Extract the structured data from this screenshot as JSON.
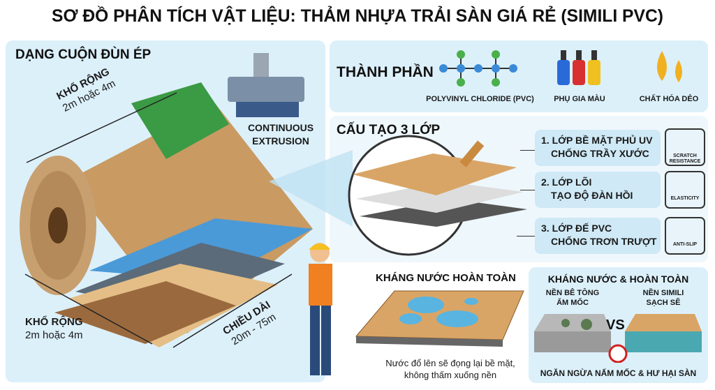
{
  "title": "SƠ ĐỒ PHÂN TÍCH VẬT LIỆU: THẢM NHỰA TRẢI SÀN GIÁ RẺ (SIMILI PVC)",
  "roll": {
    "heading": "DẠNG CUỘN ĐÙN ÉP",
    "width_top_label": "KHỔ RỘNG",
    "width_top_value": "2m hoặc 4m",
    "process": "CONTINUOUS EXTRUSION",
    "width_bottom_label": "KHỔ RỘNG",
    "width_bottom_value": "2m hoặc 4m",
    "length_label": "CHIỀU DÀI",
    "length_value": "20m - 75m"
  },
  "composition": {
    "heading": "THÀNH PHẦN",
    "items": [
      {
        "label": "POLYVINYL CHLORIDE (PVC)",
        "icon": "molecule-icon"
      },
      {
        "label": "PHỤ GIA MÀU",
        "icon": "dye-bottles-icon"
      },
      {
        "label": "CHẤT HÓA DẺO",
        "icon": "oil-drops-icon"
      }
    ]
  },
  "structure": {
    "heading": "CẤU TẠO 3 LỚP",
    "layers": [
      {
        "line1": "1. LỚP BỀ MẶT PHỦ UV",
        "line2": "CHỐNG TRẦY XƯỚC",
        "badge": "SCRATCH RESISTANCE"
      },
      {
        "line1": "2. LỚP LÕI",
        "line2": "TẠO ĐỘ ĐÀN HỒI",
        "badge": "ELASTICITY"
      },
      {
        "line1": "3. LỚP ĐẾ PVC",
        "line2": "CHỐNG TRƠN TRƯỢT",
        "badge": "ANTI-SLIP"
      }
    ]
  },
  "waterproof": {
    "heading": "KHÁNG NƯỚC HOÀN TOÀN",
    "caption": "Nước đổ lên sẽ đọng lại bề mặt, không thấm xuống nền"
  },
  "compare": {
    "heading": "KHÁNG NƯỚC & HOÀN TOÀN",
    "left": "NỀN BÊ TÔNG ẨM MỐC",
    "right": "NỀN SIMILI SẠCH SẼ",
    "vs": "VS",
    "footer": "NGĂN NGỪA NẤM MỐC & HƯ HẠI SÀN"
  },
  "colors": {
    "panel": "#dcf0fa",
    "wood": "#d9a566",
    "water": "#5ab4e0"
  }
}
